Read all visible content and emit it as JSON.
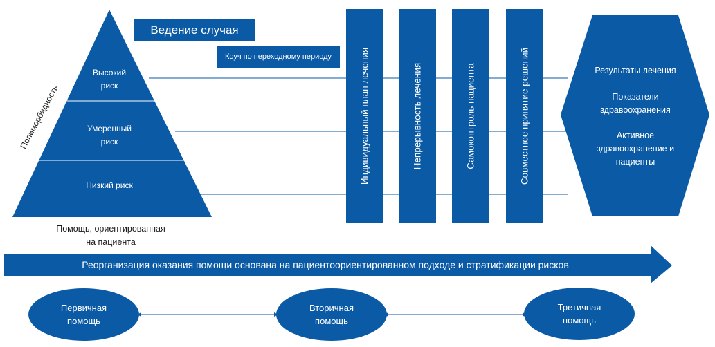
{
  "pyramid": {
    "side_label": "Полиморбидность",
    "high": [
      "Высокий",
      "риск"
    ],
    "moderate": [
      "Умеренный",
      "риск"
    ],
    "low": "Низкий риск",
    "caption": [
      "Помощь, ориентированная",
      "на пациента"
    ]
  },
  "boxes": {
    "case_management": "Ведение случая",
    "coach": "Коуч по переходному периоду"
  },
  "columns": [
    "Индивидуальный план лечения",
    "Непрерывность лечения",
    "Самоконтроль пациента",
    "Совместное принятие решений"
  ],
  "outcomes": {
    "item1": "Результаты лечения",
    "item2": [
      "Показатели",
      "здравоохранения"
    ],
    "item3": [
      "Активное",
      "здравоохранение и",
      "пациенты"
    ]
  },
  "banner": "Реорганизация оказания помощи основана на пациентоориентированном подходе и стратификации рисков",
  "care_levels": [
    [
      "Первичная",
      "помощь"
    ],
    [
      "Вторичная",
      "помощь"
    ],
    [
      "Третичная",
      "помощь"
    ]
  ],
  "colors": {
    "primary": "#0a5aa6",
    "text_dark": "#1a1a1a"
  }
}
